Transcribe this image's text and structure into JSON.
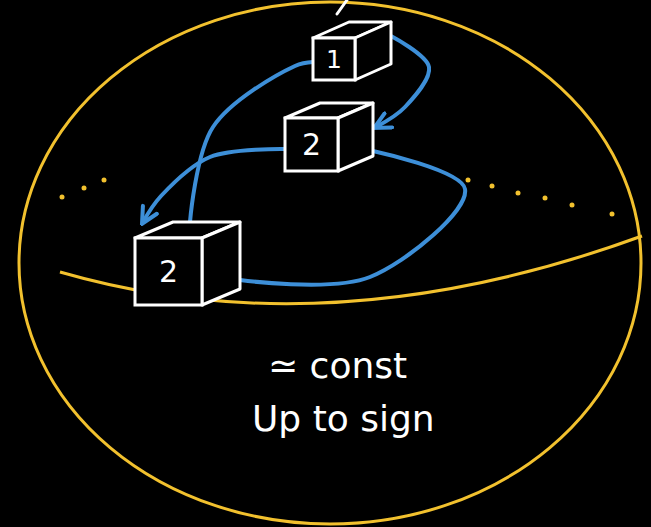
{
  "diagram": {
    "nodes": [
      {
        "text": [
          "≃ const",
          "Up to sign"
        ]
      },
      {
        "text": [
          "1"
        ],
        "in": 0
      },
      {
        "text": [
          "2"
        ],
        "in": 0
      },
      {
        "text": [
          "2"
        ],
        "in": 0
      }
    ],
    "edges": [
      {
        "from": 1,
        "to": 2,
        "arrow": "to"
      },
      {
        "from": 2,
        "to": 3,
        "arrow": "to"
      },
      {
        "from": 3,
        "to": 1,
        "arrow": "none"
      },
      {
        "from": 3,
        "to": 2,
        "arrow": "none"
      }
    ]
  }
}
